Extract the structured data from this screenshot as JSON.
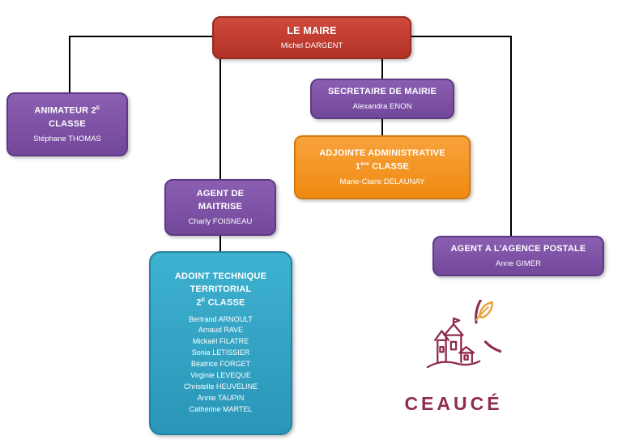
{
  "org": {
    "maire": {
      "title": "LE MAIRE",
      "person": "Michel DARGENT"
    },
    "animateur": {
      "t1": "ANIMATEUR 2",
      "t1sup": "E",
      "t2": "CLASSE",
      "person": "Stéphane THOMAS"
    },
    "secretaire": {
      "title": "SECRETAIRE DE MAIRIE",
      "person": "Alexandra ENON"
    },
    "adjointe": {
      "t1": "ADJOINTE ADMINISTRATIVE",
      "t2a": "1",
      "t2sup": "ère",
      "t2b": " CLASSE",
      "person": "Marie-Claire DELAUNAY"
    },
    "maitrise": {
      "t1": "AGENT DE",
      "t2": "MAITRISE",
      "person": "Charly FOISNEAU"
    },
    "technique": {
      "t1": "ADOINT TECHNIQUE",
      "t2": "TERRITORIAL",
      "t3a": "2",
      "t3sup": "E",
      "t3b": " CLASSE",
      "members": [
        "Bertrand ARNOULT",
        "Arnaud RAVE",
        "Mickaël FILATRE",
        "Sonia LETISSIER",
        "Béatrice FORGET",
        "Virginie LEVEQUE",
        "Christelle HEUVELINE",
        "Annie TAUPIN",
        "Catherine MARTEL"
      ]
    },
    "postale": {
      "title": "AGENT A L’AGENCE POSTALE",
      "person": "Anne GIMER"
    }
  },
  "logo": {
    "text": "CEAUCÉ"
  },
  "colors": {
    "red": "#c0392b",
    "purple": "#7d52a5",
    "orange": "#f5931d",
    "teal": "#31a5c6",
    "connector": "#000000",
    "logo_maroon": "#8e2b50",
    "logo_leaf": "#e9a23c"
  }
}
